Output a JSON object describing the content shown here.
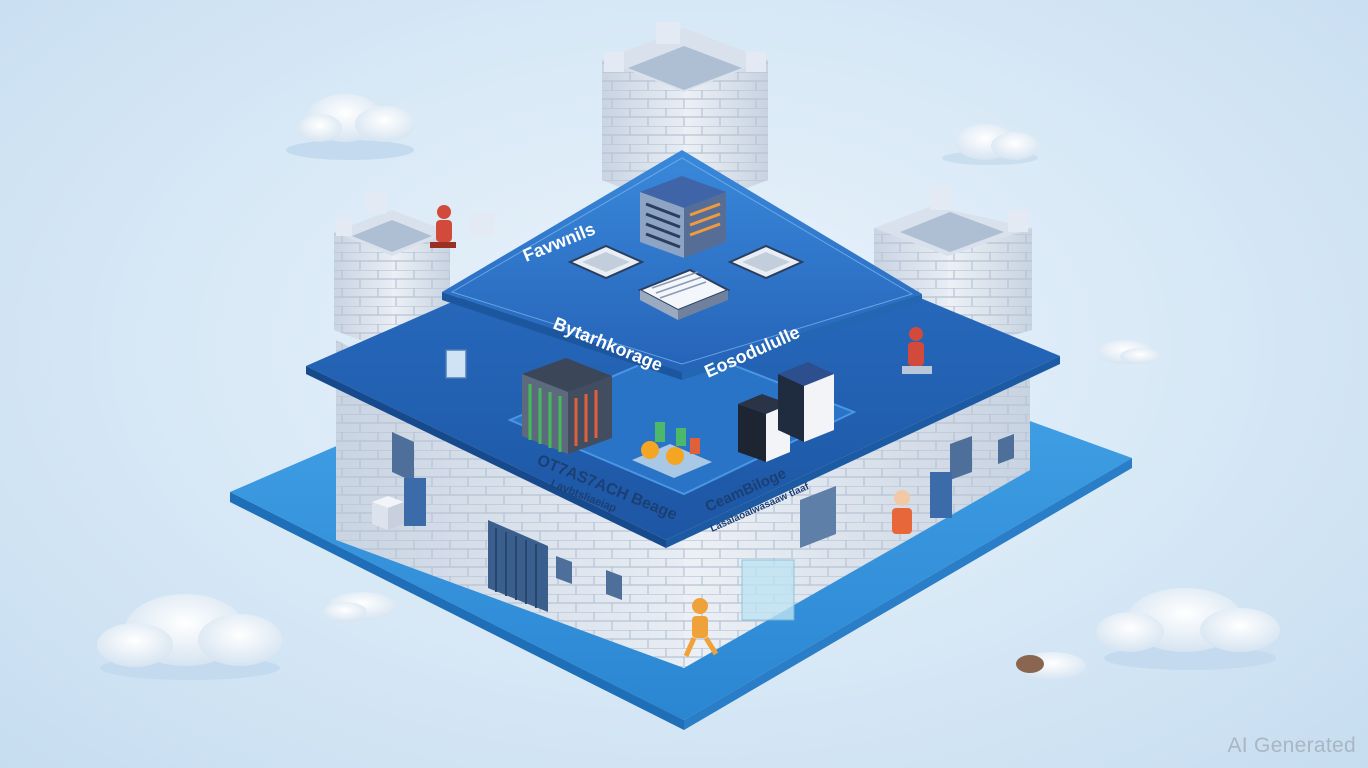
{
  "labels": {
    "top_left": "Favwnils",
    "mid_left": "Bytarhkorage",
    "mid_right": "Eosodululle",
    "low_left_title": "OT7AS7ACH Beage",
    "low_left_sub": "Lavbtsliaeiap",
    "low_right_title": "CeamBiloge",
    "low_right_sub": "Lasalaoalwasaaw tlaaf"
  },
  "watermark": "AI Generated",
  "colors": {
    "sky": "#dbeaf7",
    "base_platform": "#2f8fd8",
    "mid_platform": "#2467b8",
    "top_platform": "#2f78cc",
    "stone": "#dfe6ef",
    "tower_stone": "#cfd9e6"
  }
}
